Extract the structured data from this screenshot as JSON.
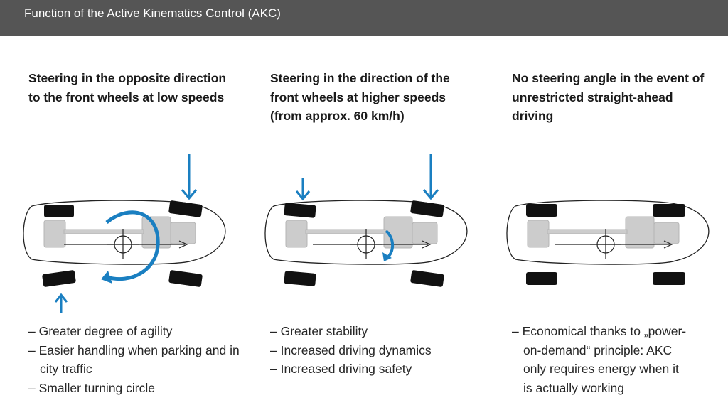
{
  "header": {
    "title": "Function of the Active Kinematics Control (AKC)"
  },
  "colors": {
    "header_bg": "#555555",
    "arrow_blue": "#1a7fc1",
    "tire": "#111111",
    "chassis": "#c8c8c8"
  },
  "columns": [
    {
      "heading": "Steering in the opposite direction to the front wheels at low speeds",
      "bullets": [
        "– Greater degree of agility",
        "– Easier handling when parking and in city traffic",
        "– Smaller turning circle"
      ]
    },
    {
      "heading": "Steering in the direction of the front wheels at higher speeds (from approx. 60 km/h)",
      "bullets": [
        "– Greater stability",
        "– Increased driving dynamics",
        "– Increased driving safety"
      ]
    },
    {
      "heading": "No steering angle in the event of unrestricted straight-ahead driving",
      "bullets": [
        "– Economical thanks to „power-on-demand“ principle: AKC only requires energy when it is actually working"
      ]
    }
  ]
}
